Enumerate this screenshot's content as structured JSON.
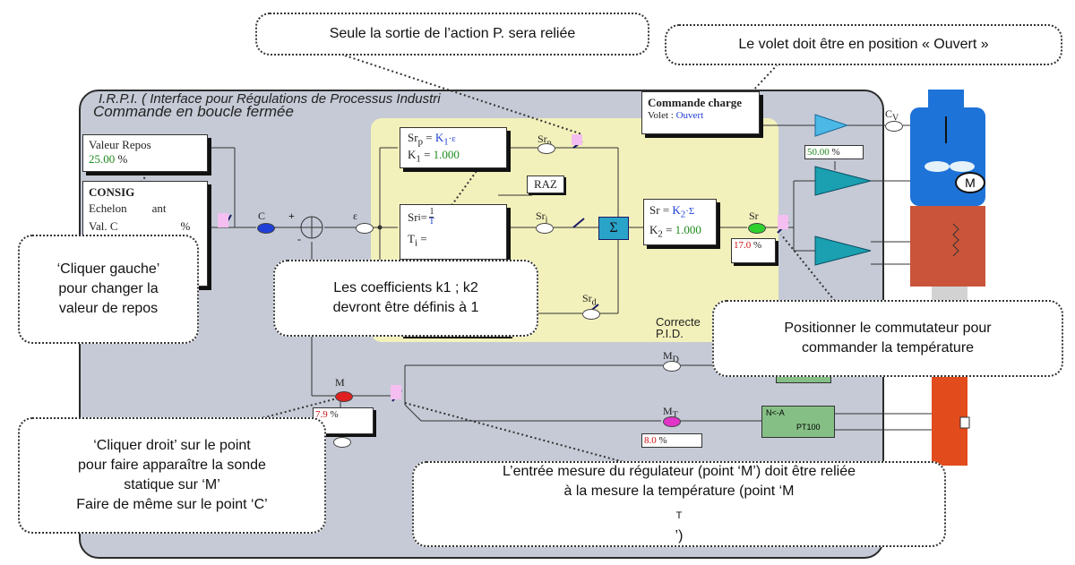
{
  "panel": {
    "title_line1": "I.R.P.I. ( Interface pour Régulations de Processus Industri",
    "title_line2": "Commande en boucle fermée"
  },
  "valeur_repos": {
    "label": "Valeur Repos",
    "value": "25.00",
    "unit": "%"
  },
  "consigne": {
    "title": "CONSIG",
    "line1": "Echelon",
    "line1b": "ant",
    "line2": "Val. C",
    "line2b": "%"
  },
  "point_c": {
    "label": "C"
  },
  "sum": {
    "plus": "+",
    "minus": "-",
    "epsilon": "ε"
  },
  "block_p": {
    "sr": "Sr",
    "sr_sub": "p",
    "eq": " = ",
    "k": "K",
    "k_sub": "1",
    "k_tail": "·ε",
    "k1_label": "K",
    "k1_sub": "1",
    "k1_eq": " = ",
    "k1_value": "1.000"
  },
  "block_i": {
    "sr": "Sr",
    "sr_sub": "i",
    "eq": " = ",
    "frac_top": "1",
    "frac_bottom": "T",
    "ti": "T",
    "ti_sub": "i",
    "ti_eq": " ="
  },
  "raz": "RAZ",
  "outputs": {
    "srp": "Sr",
    "srp_sub": "p",
    "sri": "Sr",
    "sri_sub": "i",
    "srd": "Sr",
    "srd_sub": "d"
  },
  "sigma": "Σ",
  "block_out": {
    "sr": "Sr",
    "eq": " = ",
    "k": "K",
    "k_sub": "2",
    "k_tail": "·Σ",
    "k2": "K",
    "k2_sub": "2",
    "k2_eq": " = ",
    "k2_value": "1.000"
  },
  "sr_point": {
    "label": "Sr",
    "value": "17.0",
    "unit": "%"
  },
  "correcteur": {
    "line1": "Correcte",
    "line2": "P.I.D."
  },
  "commande_charge": {
    "title": "Commande charge",
    "volet_label": "Volet : ",
    "volet_value": "Ouvert"
  },
  "cv": {
    "label": "C",
    "sub": "V"
  },
  "gain_display": {
    "value": "50.00",
    "unit": "%"
  },
  "motor": "M",
  "point_m": {
    "label": "M",
    "value": "7.9",
    "unit": "%"
  },
  "md": {
    "label": "M",
    "sub": "D"
  },
  "mt": {
    "label": "M",
    "sub": "T",
    "value": "8.0",
    "unit": "%"
  },
  "pt100": {
    "top": "N<-A",
    "label": "PT100"
  },
  "callouts": {
    "p_action": "Seule la sortie de l’action P. sera reliée",
    "volet": "Le volet doit être en position « Ouvert »",
    "repos": [
      "‘Cliquer gauche’",
      "pour changer la",
      "valeur de repos"
    ],
    "coeff": [
      "Les coefficients k1 ; k2",
      "devront être définis à 1"
    ],
    "commutateur": [
      "Positionner le commutateur pour",
      "commander la température"
    ],
    "droit": [
      "‘Cliquer droit’ sur le point",
      "pour faire apparaître la sonde",
      "statique sur ‘M’",
      "Faire de même sur le point ‘C’"
    ],
    "entree_line1": "L’entrée mesure du régulateur (point ‘M’) doit être reliée",
    "entree_line2_a": "à la mesure la température (point ‘M",
    "entree_line2_sub": "T",
    "entree_line2_b": "’)"
  },
  "colors": {
    "panel": "#c5cad6",
    "yellow": "#f3f1bb",
    "pink": "#f4bff0",
    "teal": "#1aa0b0",
    "oven_blue": "#1e73d8",
    "oven_red": "#e24b1c"
  }
}
